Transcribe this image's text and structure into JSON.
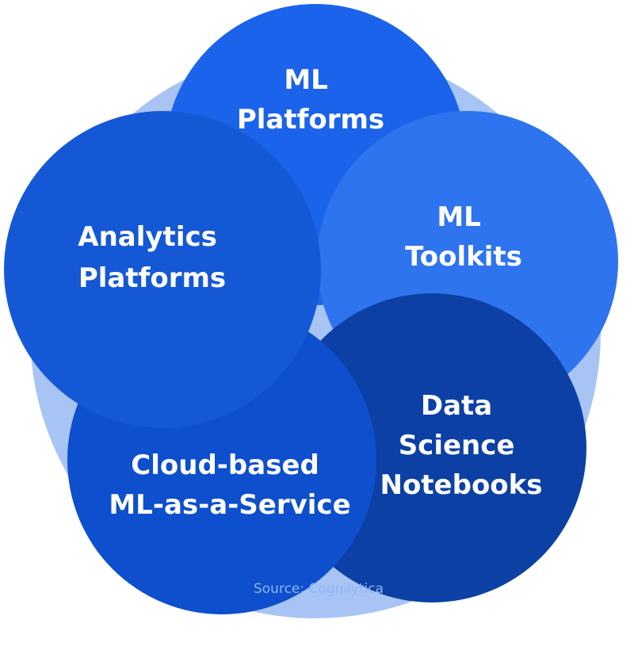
{
  "diagram": {
    "circles": [
      {
        "id": "ml-platforms",
        "lines": [
          "ML",
          "Platforms"
        ],
        "color": "#1a63ea"
      },
      {
        "id": "ml-toolkits",
        "lines": [
          "ML",
          "Toolkits"
        ],
        "color": "#2d74ee"
      },
      {
        "id": "data-science-notebooks",
        "lines": [
          "Data",
          "Science",
          "Notebooks"
        ],
        "color": "#0c40a4"
      },
      {
        "id": "cloud-ml-service",
        "lines": [
          "Cloud-based",
          "ML-as-a-Service"
        ],
        "color": "#0d4fcd"
      },
      {
        "id": "analytics-platforms",
        "lines": [
          "Analytics",
          "Platforms"
        ],
        "color": "#1458d6"
      }
    ],
    "ring_color": "#a7c4f5",
    "source": "Source: Cognilytica"
  }
}
